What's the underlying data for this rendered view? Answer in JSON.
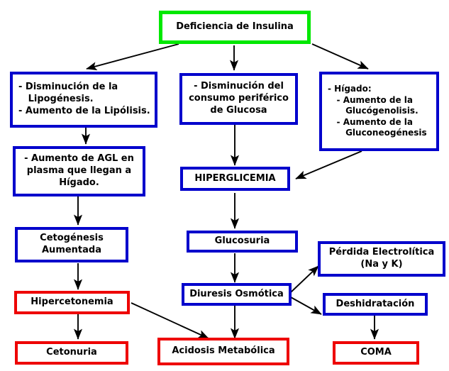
{
  "diagram": {
    "title": "Deficiencia de Insulina",
    "colors": {
      "green": "#00e800",
      "blue": "#0000cc",
      "red": "#ee0000",
      "background": "#ffffff",
      "text": "#000000",
      "arrow": "#000000"
    },
    "nodes": {
      "deficiencia_insulina": {
        "label": "Deficiencia de Insulina",
        "border": "green"
      },
      "lipogenesis": {
        "label": "- Disminución de la\n   Lipogénesis.\n- Aumento de la Lipólisis.",
        "border": "blue"
      },
      "consumo_periferico": {
        "label": "- Disminución del\nconsumo periférico\nde Glucosa",
        "border": "blue"
      },
      "higado": {
        "label": "- Hígado:\n   - Aumento de la\n      Glucógenolisis.\n   - Aumento de la\n      Gluconeogénesis",
        "border": "blue"
      },
      "agl_plasma": {
        "label": "- Aumento de AGL en\nplasma que llegan a\nHígado.",
        "border": "blue"
      },
      "hiperglicemia": {
        "label": "HIPERGLICEMIA",
        "border": "blue"
      },
      "cetogenesis": {
        "label": "Cetogénesis\nAumentada",
        "border": "blue"
      },
      "glucosuria": {
        "label": "Glucosuria",
        "border": "blue"
      },
      "perdida_electrolitica": {
        "label": "Pérdida Electrolítica\n(Na y K)",
        "border": "blue"
      },
      "hipercetonemia": {
        "label": "Hipercetonemia",
        "border": "red"
      },
      "diuresis_osmotica": {
        "label": "Diuresis Osmótica",
        "border": "blue"
      },
      "deshidratacion": {
        "label": "Deshidratación",
        "border": "blue"
      },
      "cetonuria": {
        "label": "Cetonuria",
        "border": "red"
      },
      "acidosis_metabolica": {
        "label": "Acidosis Metabólica",
        "border": "red"
      },
      "coma": {
        "label": "COMA",
        "border": "red"
      }
    },
    "edges": [
      {
        "from": "deficiencia_insulina",
        "to": "lipogenesis"
      },
      {
        "from": "deficiencia_insulina",
        "to": "consumo_periferico"
      },
      {
        "from": "deficiencia_insulina",
        "to": "higado"
      },
      {
        "from": "lipogenesis",
        "to": "agl_plasma"
      },
      {
        "from": "consumo_periferico",
        "to": "hiperglicemia"
      },
      {
        "from": "higado",
        "to": "hiperglicemia"
      },
      {
        "from": "agl_plasma",
        "to": "cetogenesis"
      },
      {
        "from": "hiperglicemia",
        "to": "glucosuria"
      },
      {
        "from": "cetogenesis",
        "to": "hipercetonemia"
      },
      {
        "from": "glucosuria",
        "to": "diuresis_osmotica"
      },
      {
        "from": "hipercetonemia",
        "to": "cetonuria"
      },
      {
        "from": "hipercetonemia",
        "to": "acidosis_metabolica"
      },
      {
        "from": "diuresis_osmotica",
        "to": "acidosis_metabolica"
      },
      {
        "from": "diuresis_osmotica",
        "to": "perdida_electrolitica"
      },
      {
        "from": "diuresis_osmotica",
        "to": "deshidratacion"
      },
      {
        "from": "deshidratacion",
        "to": "coma"
      }
    ]
  }
}
